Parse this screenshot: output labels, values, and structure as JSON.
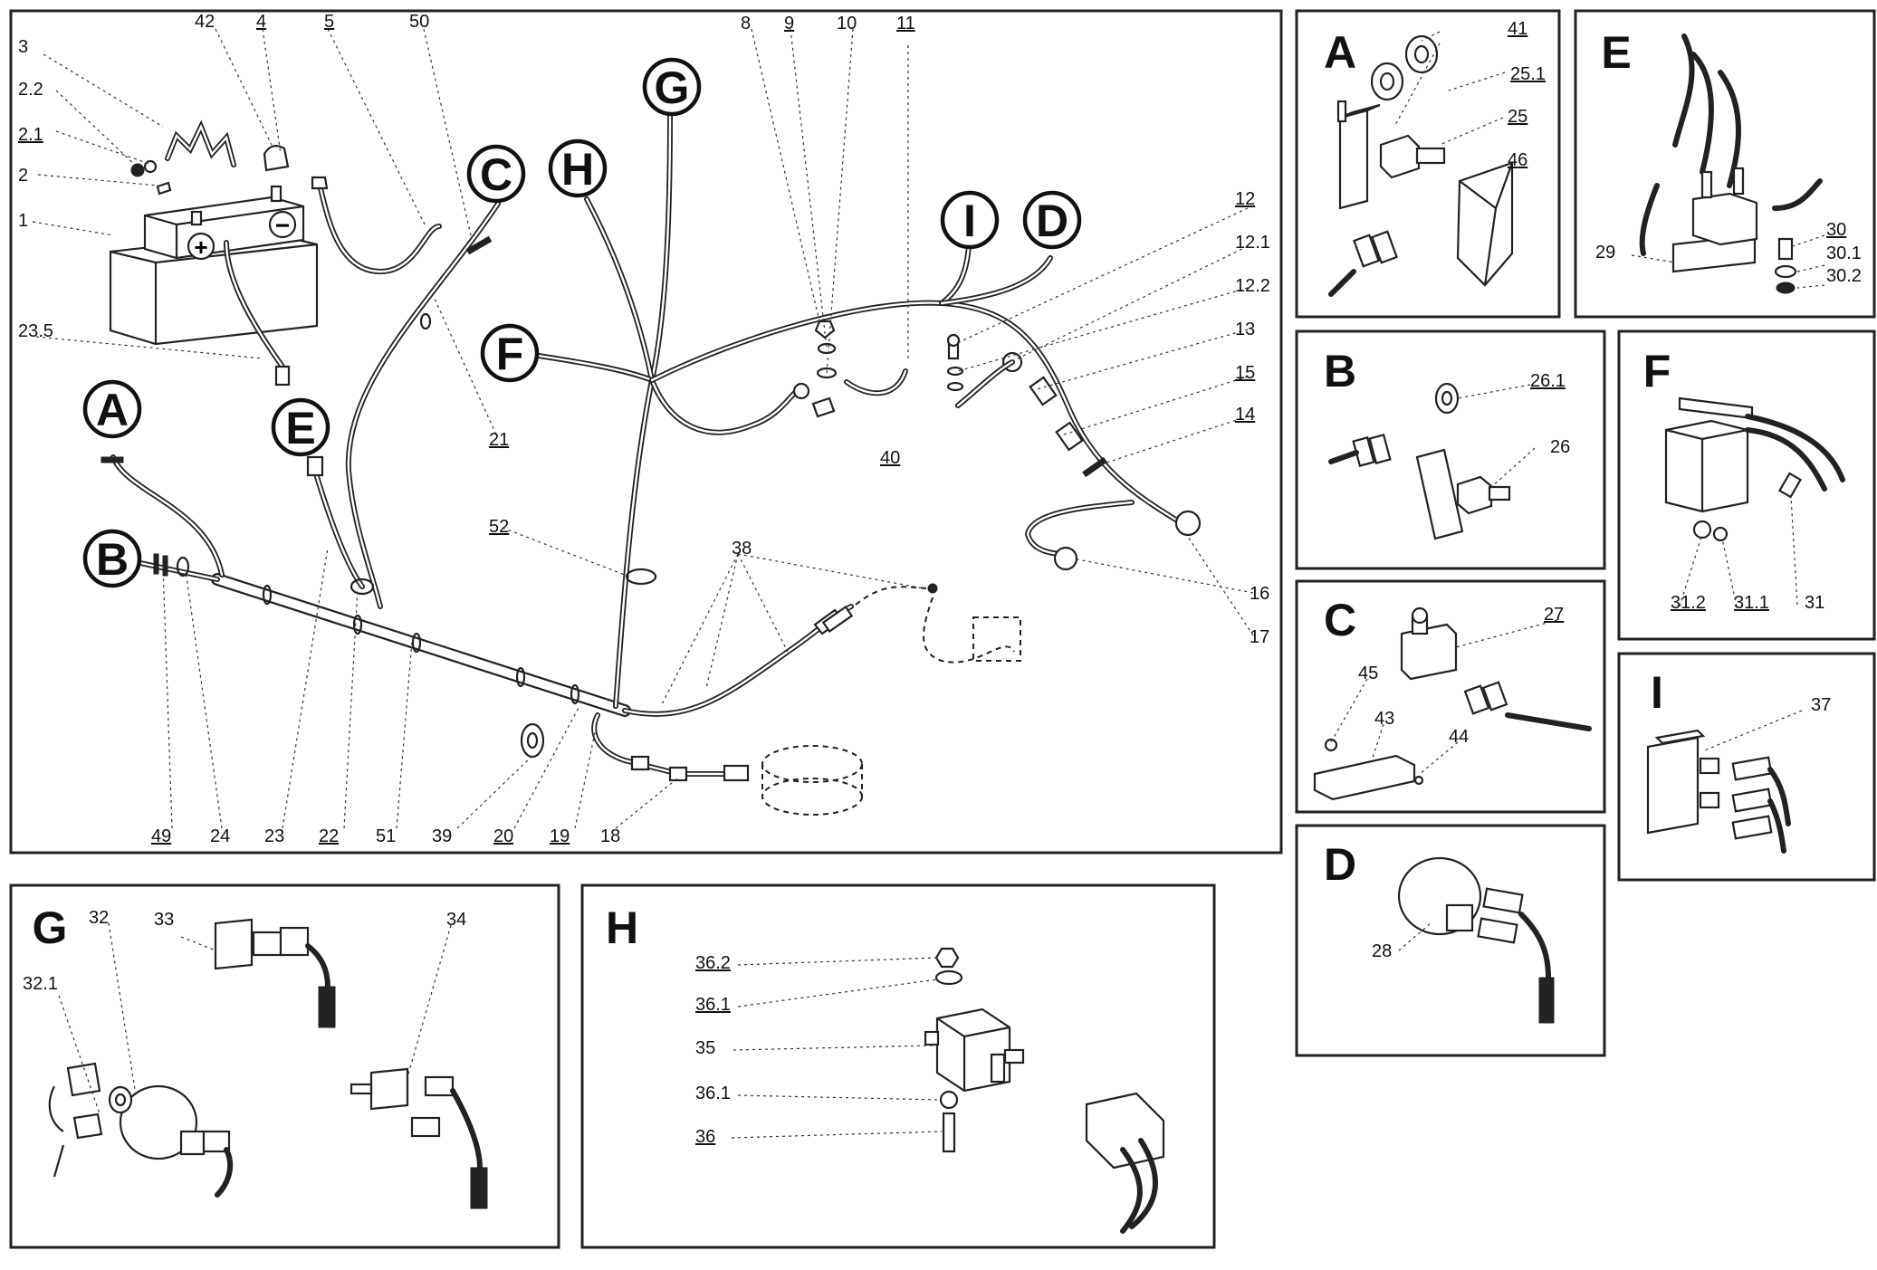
{
  "main": {
    "callouts": [
      {
        "id": "A",
        "text": "A"
      },
      {
        "id": "B",
        "text": "B"
      },
      {
        "id": "C",
        "text": "C"
      },
      {
        "id": "D",
        "text": "D"
      },
      {
        "id": "E",
        "text": "E"
      },
      {
        "id": "F",
        "text": "F"
      },
      {
        "id": "G",
        "text": "G"
      },
      {
        "id": "H",
        "text": "H"
      },
      {
        "id": "I",
        "text": "I"
      }
    ],
    "labels": {
      "n3": "3",
      "n42": "42",
      "n4": "4",
      "n5": "5",
      "n50": "50",
      "n2_2": "2.2",
      "n2_1": "2.1",
      "n2": "2",
      "n1": "1",
      "n23_5": "23.5",
      "n21": "21",
      "n52": "52",
      "n8": "8",
      "n9": "9",
      "n10": "10",
      "n11": "11",
      "n12": "12",
      "n12_1": "12.1",
      "n12_2": "12.2",
      "n13": "13",
      "n15": "15",
      "n14": "14",
      "n40": "40",
      "n38": "38",
      "n16": "16",
      "n17": "17",
      "n49": "49",
      "n24": "24",
      "n23": "23",
      "n22": "22",
      "n51": "51",
      "n39": "39",
      "n20": "20",
      "n19": "19",
      "n18": "18"
    }
  },
  "panels": {
    "A": {
      "title": "A",
      "labels": {
        "n41": "41",
        "n25_1": "25.1",
        "n25": "25",
        "n46": "46"
      }
    },
    "E": {
      "title": "E",
      "labels": {
        "n29": "29",
        "n30": "30",
        "n30_1": "30.1",
        "n30_2": "30.2"
      }
    },
    "B": {
      "title": "B",
      "labels": {
        "n26_1": "26.1",
        "n26": "26"
      }
    },
    "F": {
      "title": "F",
      "labels": {
        "n31_2": "31.2",
        "n31_1": "31.1",
        "n31": "31"
      }
    },
    "C": {
      "title": "C",
      "labels": {
        "n27": "27",
        "n45": "45",
        "n43": "43",
        "n44": "44"
      }
    },
    "I": {
      "title": "I",
      "labels": {
        "n37": "37"
      }
    },
    "D": {
      "title": "D",
      "labels": {
        "n28": "28"
      }
    },
    "G": {
      "title": "G",
      "labels": {
        "n32": "32",
        "n33": "33",
        "n32_1": "32.1",
        "n34": "34"
      }
    },
    "H": {
      "title": "H",
      "labels": {
        "n36_2": "36.2",
        "n36_1a": "36.1",
        "n35": "35",
        "n36_1b": "36.1",
        "n36": "36"
      }
    }
  },
  "battery_symbols": {
    "plus": "+",
    "minus": "−"
  }
}
